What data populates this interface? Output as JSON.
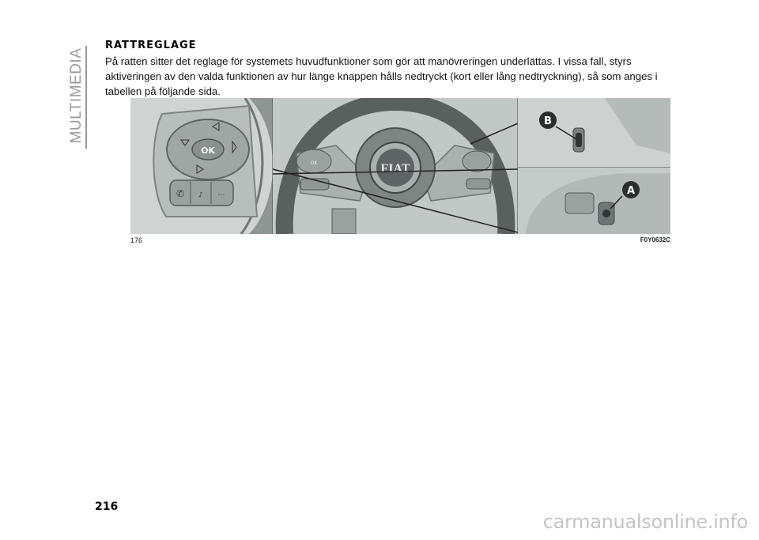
{
  "section_tab": "MULTIMEDIA",
  "heading": "RATTREGLAGE",
  "paragraph": "På ratten sitter det reglage för systemets huvudfunktioner som gör att manövreringen underlättas. I vissa fall, styrs aktiveringen av den valda funktionen av hur länge knappen hålls nedtryckt (kort eller lång nedtryckning), så som anges i tabellen på följande sida.",
  "figure": {
    "number": "176",
    "code": "F0Y0632C",
    "button_label": "OK",
    "logo_text": "FIAT",
    "callouts": [
      "B",
      "A"
    ]
  },
  "page_number": "216",
  "watermark": "carmanualsonline.info"
}
